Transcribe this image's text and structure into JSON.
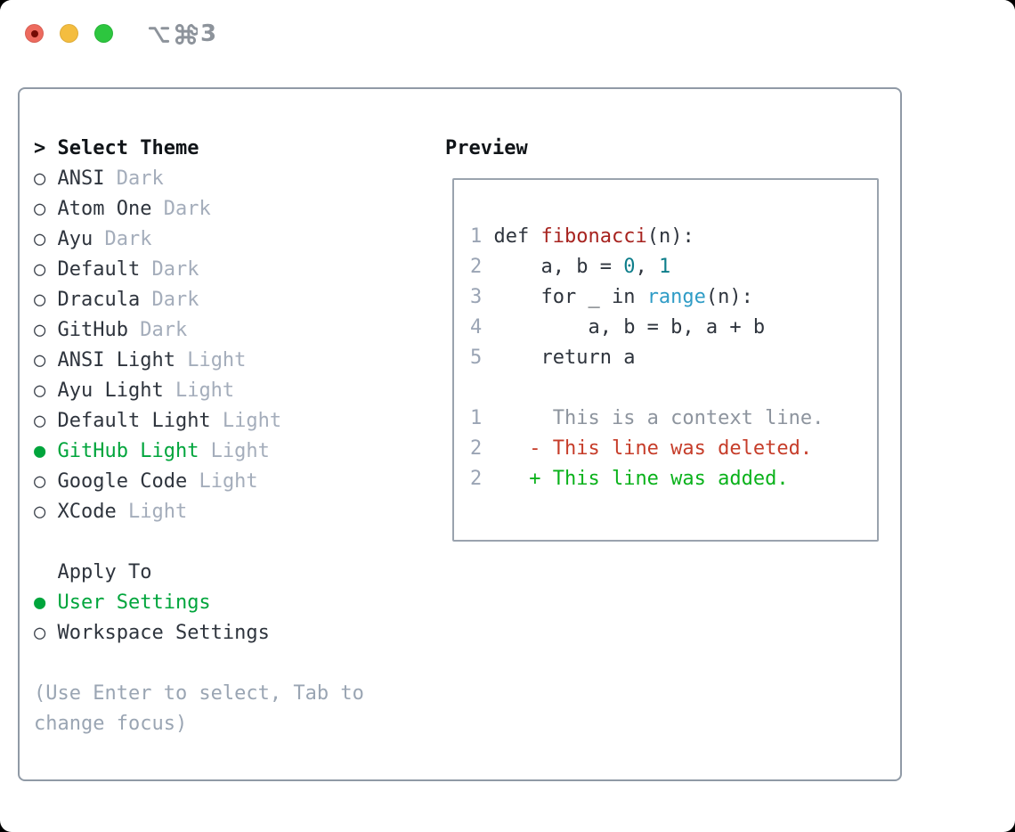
{
  "colors": {
    "ink": "#2e343d",
    "header-ink": "#101418",
    "dim": "#a4adbb",
    "hint": "#9aa5b3",
    "green": "#00a53c",
    "add-green": "#0ab21b",
    "del-red": "#c63d2a",
    "func-red": "#a7231f",
    "teal": "#0e7e8b",
    "blue": "#2f9cc6",
    "ln": "#9aa4b4",
    "ctx": "#8d949e",
    "panel-border": "#909aa6",
    "box-border": "#9aa3ae",
    "title-gray": "#8d939b",
    "tl-red": "#ed6a5e",
    "tl-red-dot": "#740b04",
    "tl-yellow": "#f4bd3f",
    "tl-green": "#2dc63f"
  },
  "titlebar": {
    "shortcut_text": "⌥⌘3",
    "shortcut_digit": "3",
    "traffic_lights": [
      "close",
      "minimize",
      "zoom"
    ]
  },
  "theme_panel": {
    "header_prefix": ">",
    "header": "Select Theme",
    "bullets": {
      "selected": "●",
      "unselected": "○"
    },
    "themes": [
      {
        "name": "ANSI",
        "variant": "Dark",
        "selected": false
      },
      {
        "name": "Atom One",
        "variant": "Dark",
        "selected": false
      },
      {
        "name": "Ayu",
        "variant": "Dark",
        "selected": false
      },
      {
        "name": "Default",
        "variant": "Dark",
        "selected": false
      },
      {
        "name": "Dracula",
        "variant": "Dark",
        "selected": false
      },
      {
        "name": "GitHub",
        "variant": "Dark",
        "selected": false
      },
      {
        "name": "ANSI Light",
        "variant": "Light",
        "selected": false
      },
      {
        "name": "Ayu Light",
        "variant": "Light",
        "selected": false
      },
      {
        "name": "Default Light",
        "variant": "Light",
        "selected": false
      },
      {
        "name": "GitHub Light",
        "variant": "Light",
        "selected": true
      },
      {
        "name": "Google Code",
        "variant": "Light",
        "selected": false
      },
      {
        "name": "XCode",
        "variant": "Light",
        "selected": false
      }
    ],
    "apply_to": {
      "header": "Apply To",
      "options": [
        {
          "name": "User Settings",
          "selected": true
        },
        {
          "name": "Workspace Settings",
          "selected": false
        }
      ]
    },
    "hint_line1": "(Use Enter to select, Tab to",
    "hint_line2": "change focus)"
  },
  "preview": {
    "header": "Preview",
    "lines": [
      {
        "num": "1",
        "segments": [
          {
            "style": "code",
            "text": "def "
          },
          {
            "style": "func",
            "text": "fibonacci"
          },
          {
            "style": "code",
            "text": "(n):"
          }
        ]
      },
      {
        "num": "2",
        "segments": [
          {
            "style": "code",
            "text": "    a, b = "
          },
          {
            "style": "num",
            "text": "0"
          },
          {
            "style": "code",
            "text": ", "
          },
          {
            "style": "num",
            "text": "1"
          }
        ]
      },
      {
        "num": "3",
        "segments": [
          {
            "style": "code",
            "text": "    for _ in "
          },
          {
            "style": "builtin",
            "text": "range"
          },
          {
            "style": "code",
            "text": "(n):"
          }
        ]
      },
      {
        "num": "4",
        "segments": [
          {
            "style": "code",
            "text": "        a, b = b, a + b"
          }
        ]
      },
      {
        "num": "5",
        "segments": [
          {
            "style": "code",
            "text": "    return a"
          }
        ]
      },
      {
        "num": "",
        "segments": []
      },
      {
        "num": "1",
        "segments": [
          {
            "style": "ctx",
            "text": "     This is a context line."
          }
        ]
      },
      {
        "num": "2",
        "segments": [
          {
            "style": "del",
            "text": "   - This line was deleted."
          }
        ]
      },
      {
        "num": "2",
        "segments": [
          {
            "style": "add",
            "text": "   + This line was added."
          }
        ]
      }
    ]
  }
}
